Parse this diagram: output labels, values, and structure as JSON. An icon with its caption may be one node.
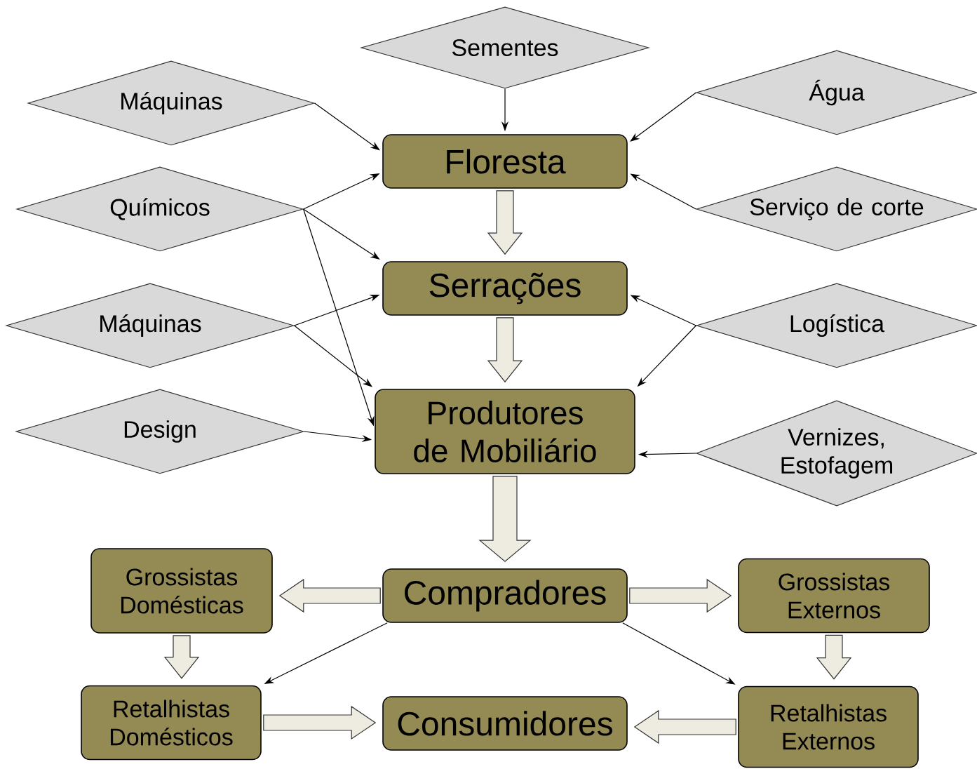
{
  "diagram": {
    "nodes": [
      {
        "text": [
          "Sementes"
        ]
      },
      {
        "text": [
          "Máquinas"
        ]
      },
      {
        "text": [
          "Água"
        ]
      },
      {
        "text": [
          "Floresta"
        ]
      },
      {
        "text": [
          "Químicos"
        ]
      },
      {
        "text": [
          "Serviço de corte"
        ]
      },
      {
        "text": [
          "Serrações"
        ]
      },
      {
        "text": [
          "Máquinas"
        ]
      },
      {
        "text": [
          "Logística"
        ]
      },
      {
        "text": [
          "Design"
        ]
      },
      {
        "text": [
          "Produtores de Mobiliário"
        ]
      },
      {
        "text": [
          "Vernizes, Estofagem"
        ]
      },
      {
        "text": [
          "Grossistas Domésticas"
        ]
      },
      {
        "text": [
          "Compradores"
        ]
      },
      {
        "text": [
          "Grossistas Externos"
        ]
      },
      {
        "text": [
          "Retalhistas Domésticos"
        ]
      },
      {
        "text": [
          "Consumidores"
        ]
      },
      {
        "text": [
          "Retalhistas Externos"
        ]
      }
    ],
    "edges": [
      {
        "from": 0,
        "to": 3,
        "arrow": "to"
      },
      {
        "from": 1,
        "to": 3,
        "arrow": "to"
      },
      {
        "from": 2,
        "to": 3,
        "arrow": "to"
      },
      {
        "from": 4,
        "to": 3,
        "arrow": "to"
      },
      {
        "from": 4,
        "to": 6,
        "arrow": "to"
      },
      {
        "from": 4,
        "to": 10,
        "arrow": "to"
      },
      {
        "from": 5,
        "to": 3,
        "arrow": "to"
      },
      {
        "from": 7,
        "to": 6,
        "arrow": "to"
      },
      {
        "from": 7,
        "to": 10,
        "arrow": "to"
      },
      {
        "from": 8,
        "to": 6,
        "arrow": "to"
      },
      {
        "from": 8,
        "to": 10,
        "arrow": "to"
      },
      {
        "from": 9,
        "to": 10,
        "arrow": "to"
      },
      {
        "from": 11,
        "to": 10,
        "arrow": "to"
      },
      {
        "from": 3,
        "to": 6,
        "arrow": "to",
        "style": "thick"
      },
      {
        "from": 6,
        "to": 10,
        "arrow": "to",
        "style": "thick"
      },
      {
        "from": 10,
        "to": 13,
        "arrow": "to",
        "style": "thick"
      },
      {
        "from": 13,
        "to": 12,
        "arrow": "to",
        "style": "thick"
      },
      {
        "from": 13,
        "to": 14,
        "arrow": "to",
        "style": "thick"
      },
      {
        "from": 12,
        "to": 15,
        "arrow": "to",
        "style": "thick"
      },
      {
        "from": 14,
        "to": 17,
        "arrow": "to",
        "style": "thick"
      },
      {
        "from": 13,
        "to": 15,
        "arrow": "to"
      },
      {
        "from": 13,
        "to": 17,
        "arrow": "to"
      },
      {
        "from": 15,
        "to": 16,
        "arrow": "to",
        "style": "thick"
      },
      {
        "from": 17,
        "to": 16,
        "arrow": "to",
        "style": "thick"
      }
    ]
  }
}
